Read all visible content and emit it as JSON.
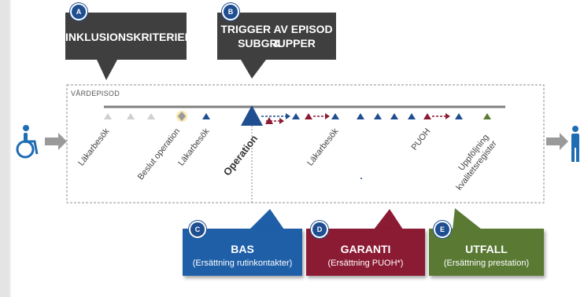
{
  "callouts": {
    "a": {
      "badge": "A",
      "title": "INKLUSIONSKRITERIER"
    },
    "b": {
      "badge": "B",
      "title_line1": "TRIGGER AV EPISOD &",
      "title_line2": "SUBGRUPPER"
    }
  },
  "episode": {
    "label": "VÅRDEPISOD"
  },
  "timeline_labels": {
    "lakarbesok_1": "Läkarbesök",
    "beslut_operation": "Beslut operation",
    "lakarbesok_2": "Läkarbesök",
    "operation": "Operation",
    "lakarbesok_3": "Läkarbesök",
    "puoh": "PUOH",
    "uppfoljning_line1": "Uppföljning",
    "uppfoljning_line2": "kvalitetsregister"
  },
  "boxes": {
    "c": {
      "badge": "C",
      "title": "BAS",
      "subtitle": "(Ersättning rutinkontakter)"
    },
    "d": {
      "badge": "D",
      "title": "GARANTI",
      "subtitle": "(Ersättning PUOH*)"
    },
    "e": {
      "badge": "E",
      "title": "UTFALL",
      "subtitle": "(Ersättning prestation)"
    }
  },
  "colors": {
    "dark_gray": "#3f3f3f",
    "blue": "#1f4e91",
    "maroon": "#8b1a33",
    "olive": "#5a7a34",
    "light_gray": "#c8c8c8",
    "icon_blue": "#1f6db3"
  }
}
